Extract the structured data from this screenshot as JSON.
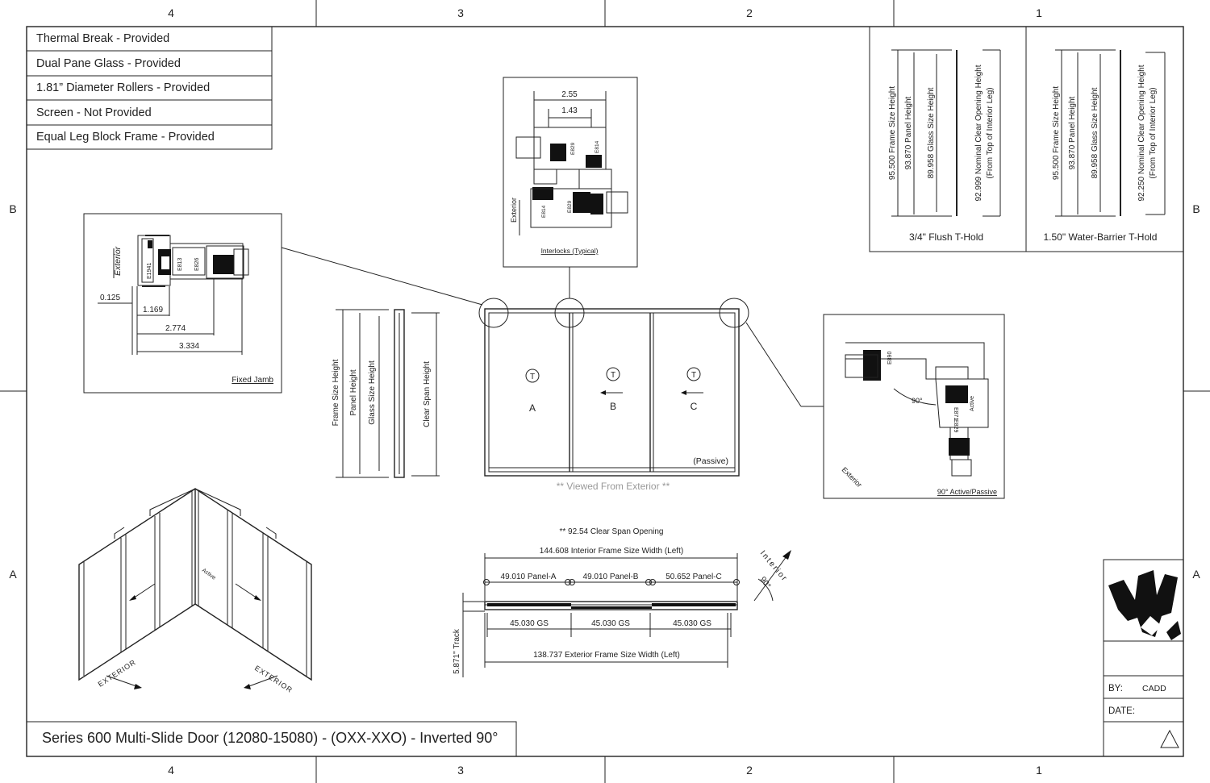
{
  "zones": {
    "top": [
      "4",
      "3",
      "2",
      "1"
    ],
    "bottom": [
      "4",
      "3",
      "2",
      "1"
    ],
    "left": [
      "B",
      "A"
    ],
    "right": [
      "B",
      "A"
    ]
  },
  "features": [
    "Thermal Break - Provided",
    "Dual Pane Glass - Provided",
    "1.81” Diameter Rollers - Provided",
    "Screen - Not Provided",
    "Equal Leg Block Frame - Provided"
  ],
  "fixed_jamb": {
    "caption": "Fixed Jamb",
    "exterior": "Exterior",
    "dims": [
      "0.125",
      "1.169",
      "2.774",
      "3.334"
    ],
    "parts": [
      "E1941",
      "E813",
      "E826"
    ]
  },
  "interlocks": {
    "caption": "Interlocks (Typical)",
    "exterior": "Exterior",
    "dims": [
      "2.55",
      "1.43"
    ],
    "parts": [
      "E829",
      "E814",
      "E814",
      "E829"
    ]
  },
  "sill_a": {
    "caption": "3/4\" Flush T-Hold",
    "labels": [
      "95.500 Frame Size Height",
      "93.870 Panel Height",
      "89.958 Glass Size Height"
    ],
    "clear1": "92.999 Nominal Clear Opening Height",
    "clear2": "(From Top of Interior Leg)"
  },
  "sill_b": {
    "caption": "1.50\" Water-Barrier T-Hold",
    "labels": [
      "95.500 Frame Size Height",
      "93.870 Panel Height",
      "89.958 Glass Size Height"
    ],
    "clear1": "92.250 Nominal Clear Opening Height",
    "clear2": "(From Top of Interior Leg)"
  },
  "section_labels": [
    "Frame Size Height",
    "Panel Height",
    "Glass Size Height",
    "Clear Span Height"
  ],
  "elevation": {
    "panels": [
      "A",
      "B",
      "C"
    ],
    "t_mark": "T",
    "passive": "(Passive)",
    "viewed": "** Viewed From Exterior **"
  },
  "corner": {
    "caption": "90° Active/Passive",
    "angle": "90°",
    "exterior": "Exterior",
    "active": "Active",
    "parts": [
      "E890",
      "E871",
      "E829"
    ]
  },
  "plan": {
    "clear_span": "** 92.54 Clear Span Opening",
    "interior_width": "144.608 Interior Frame Size Width (Left)",
    "panels": [
      "49.010 Panel-A",
      "49.010 Panel-B",
      "50.652 Panel-C"
    ],
    "gs": [
      "45.030 GS",
      "45.030 GS",
      "45.030 GS"
    ],
    "exterior_width": "138.737 Exterior Frame Size Width (Left)",
    "track": "5.871\" Track",
    "interior": "Interior",
    "angle": "90°"
  },
  "iso": {
    "active": "Active",
    "exterior": "EXTERIOR"
  },
  "title": "Series 600 Multi-Slide Door (12080-15080) - (OXX-XXO) - Inverted 90°",
  "title_block": {
    "by_label": "BY:",
    "by_value": "CADD",
    "date_label": "DATE:",
    "date_value": ""
  }
}
